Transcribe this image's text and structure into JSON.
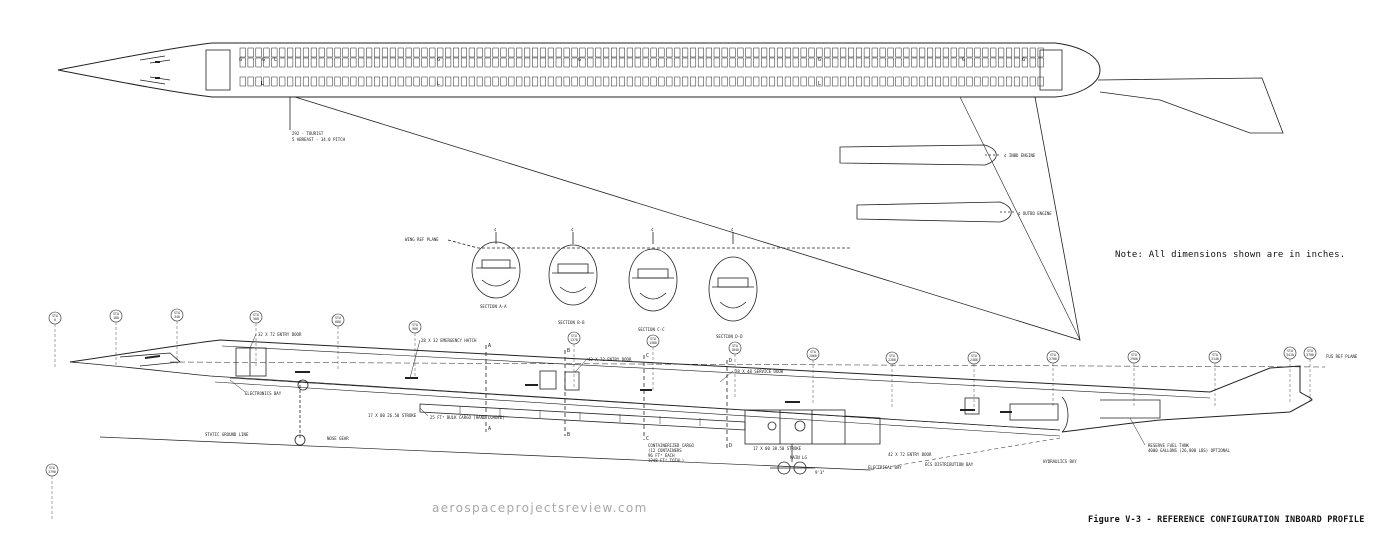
{
  "note": "Note:  All dimensions shown are in inches.",
  "caption": "Figure V-3 - REFERENCE CONFIGURATION INBOARD PROFILE",
  "watermark": "aerospaceprojectsreview.com",
  "plan_view": {
    "seating_label_1": "292 - TOURIST",
    "seating_label_2": "5 ABREAST - 34.0 PITCH",
    "galley_marks": [
      "G",
      "G",
      "L",
      "G",
      "G",
      "G",
      "G",
      "G",
      "L",
      "L",
      "L"
    ]
  },
  "engines": {
    "inboard_label": "¢ INBD ENGINE",
    "outboard_label": "¢ OUTBD ENGINE"
  },
  "sections": {
    "wing_ref_plane": "WING REF PLANE",
    "labels": [
      "SECTION A-A",
      "SECTION B-B",
      "SECTION C-C",
      "SECTION D-D"
    ],
    "markers": [
      "A",
      "B",
      "C",
      "D"
    ]
  },
  "stations": [
    {
      "label": "STA 0"
    },
    {
      "label": "STA 180"
    },
    {
      "label": "STA 340"
    },
    {
      "label": "STA 500"
    },
    {
      "label": "STA 680"
    },
    {
      "label": "STA 980"
    },
    {
      "label": "STA 1370"
    },
    {
      "label": "STA 1580"
    },
    {
      "label": "STA 1840"
    },
    {
      "label": "STA 2060"
    },
    {
      "label": "STA 2280"
    },
    {
      "label": "STA 2480"
    },
    {
      "label": "STA 2700"
    },
    {
      "label": "STA 2900"
    },
    {
      "label": "STA 3140"
    },
    {
      "label": "STA 3410"
    },
    {
      "label": "STA 3700"
    },
    {
      "label": "STA 3790"
    }
  ],
  "profile_labels": {
    "entry_door_1": "32 X 72 ENTRY DOOR",
    "emergency_hatch": "28 X 32 EMERGENCY HATCH",
    "entry_door_2": "42 X 72 ENTRY DOOR",
    "service_door": "28 X 48 SERVICE DOOR",
    "fus_ref_plane": "FUS REF PLANE",
    "electronics_bay": "ELECTRONICS BAY",
    "bulk_cargo": "25 FT³ BULK CARGO (HAND LOADED)",
    "nose_stroke": "17 X 00  26.50 STROKE",
    "static_ground_line": "STATIC GROUND LINE",
    "nose_gear": "NOSE GEAR",
    "containerized_cargo_1": "CONTAINERIZED CARGO",
    "containerized_cargo_2": "(12 CONTAINERS",
    "containerized_cargo_3": "96 FT³ EACH",
    "containerized_cargo_4": "1248 FT³ TOTAL)",
    "main_stroke": "17 X 00  38.50 STROKE",
    "main_lg": "MAIN LG",
    "entry_door_3": "42 X 72 ENTRY DOOR",
    "electrical_bay": "ELECTRICAL BAY",
    "ecs_bay": "ECS DISTRIBUTION BAY",
    "hydraulics_bay": "HYDRAULICS BAY",
    "reserve_fuel_1": "RESERVE FUEL TANK",
    "reserve_fuel_2": "4000 GALLONS (26,800 LBS) OPTIONAL",
    "gear_dim": "9'3\""
  }
}
